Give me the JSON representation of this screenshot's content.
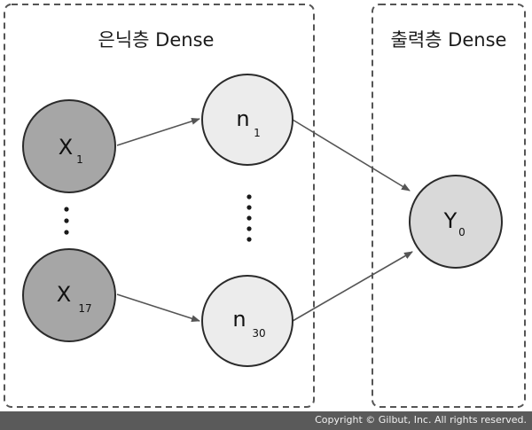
{
  "hidden_layer": {
    "title": "은닉층 Dense"
  },
  "output_layer": {
    "title": "출력층 Dense"
  },
  "nodes": {
    "x1": {
      "main": "X",
      "sub": "1"
    },
    "x17": {
      "main": "X",
      "sub": "17"
    },
    "n1": {
      "main": "n",
      "sub": "1"
    },
    "n30": {
      "main": "n",
      "sub": "30"
    },
    "y0": {
      "main": "Y",
      "sub": "0"
    }
  },
  "colors": {
    "input_fill": "#a6a6a6",
    "hidden_fill": "#ececec",
    "output_fill": "#d9d9d9",
    "stroke": "#2b2b2b",
    "arrow": "#555555",
    "panel_border": "#555555"
  },
  "footer": {
    "copyright": "Copyright © Gilbut, Inc. All rights reserved."
  }
}
